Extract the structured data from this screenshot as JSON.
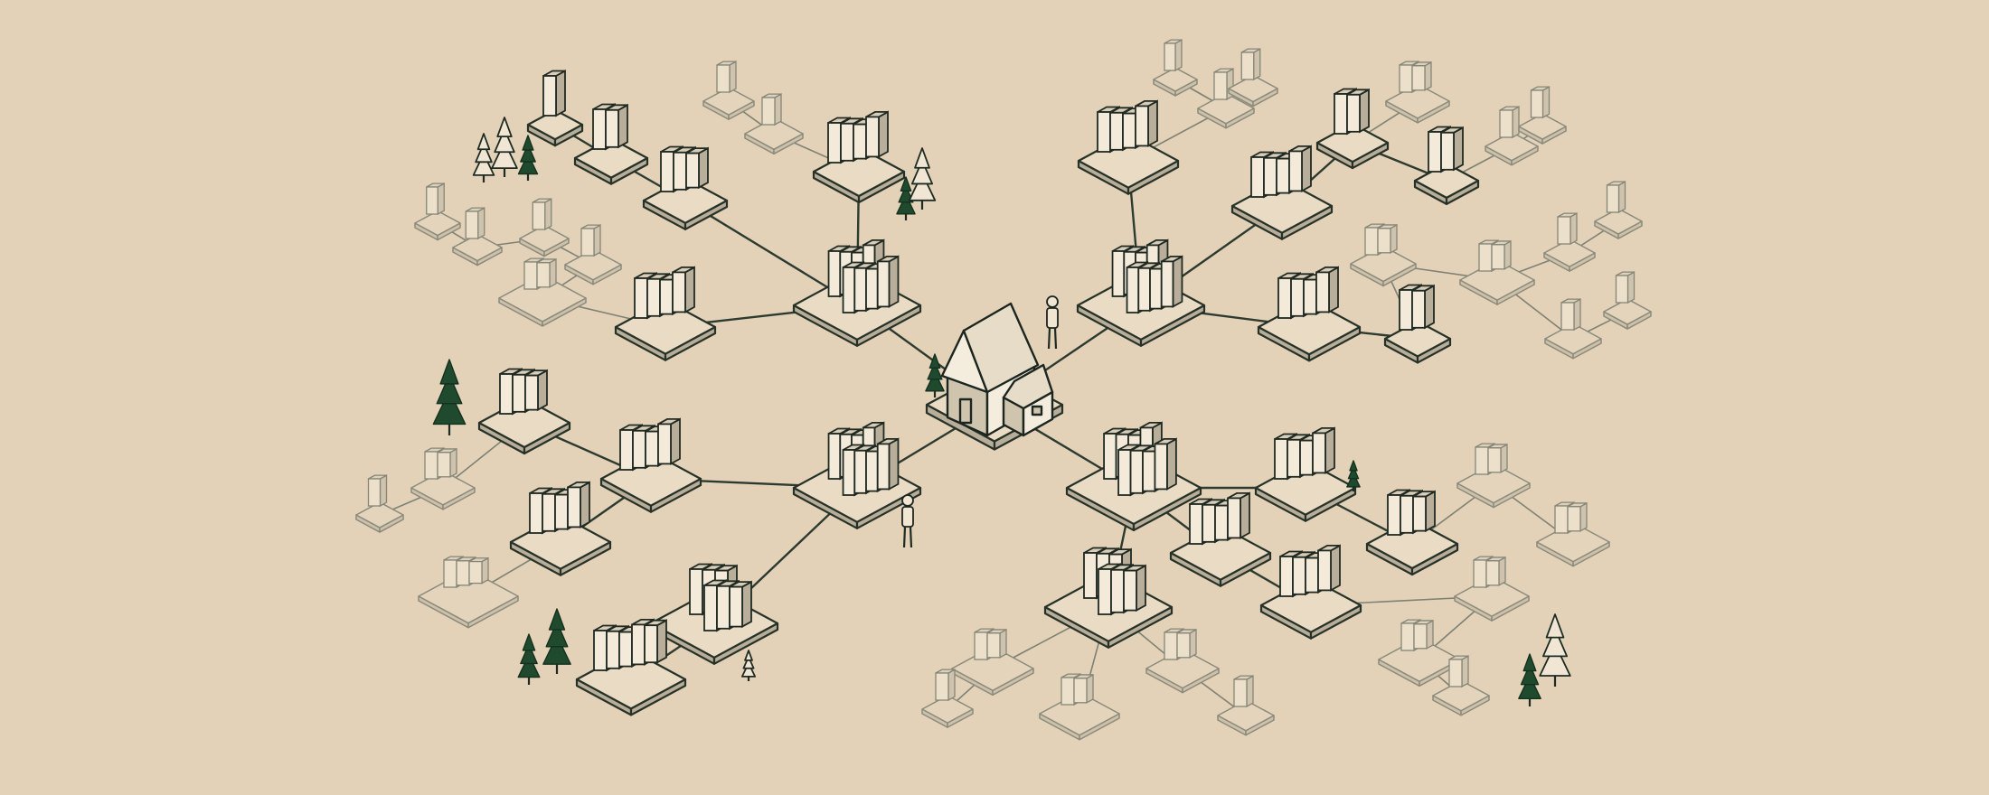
{
  "palette": {
    "background": "#e3d1b8",
    "ink": "#263228",
    "faded_ink": "#8a8b7c",
    "pine_green": "#1f4a2e",
    "paper": "#f3ead9"
  },
  "hub": {
    "kind": "house-icon"
  },
  "branches": [
    "upper-left",
    "upper-right",
    "lower-left",
    "lower-right"
  ],
  "figures": {
    "people": 2,
    "trees": 14
  }
}
